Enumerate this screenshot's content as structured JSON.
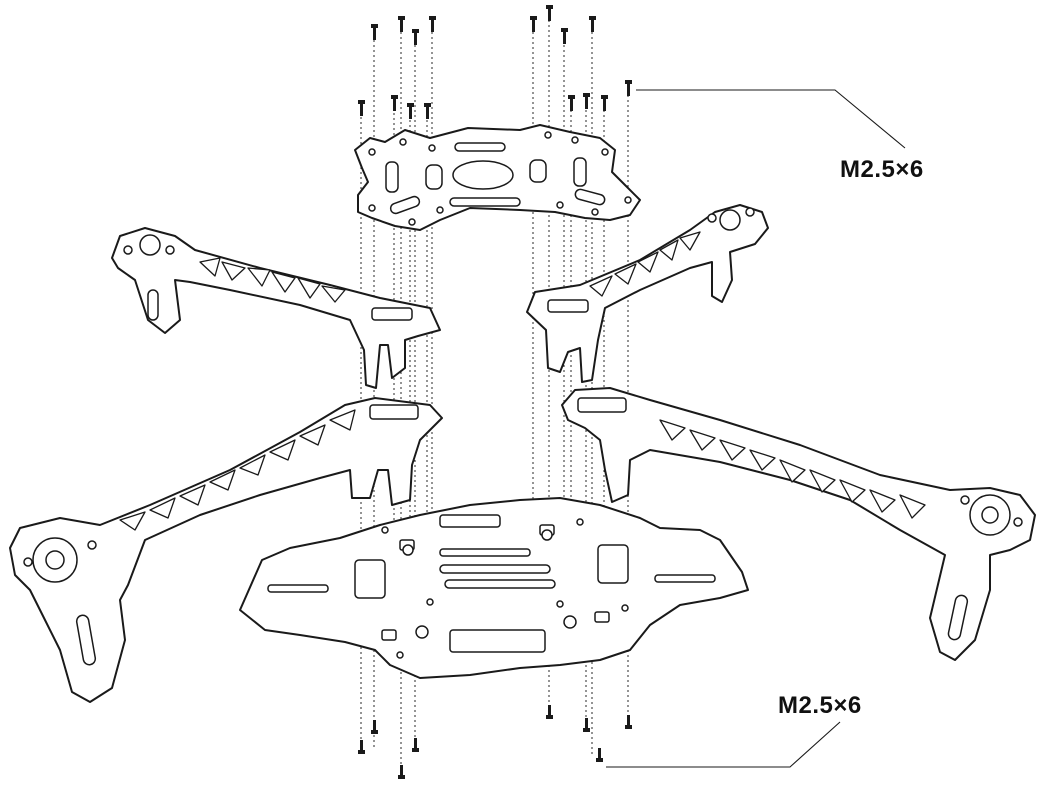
{
  "diagram": {
    "top_label": "M2.5×6",
    "bottom_label": "M2.5×6",
    "colors": {
      "line": "#1a1a1a",
      "fill": "#ffffff"
    },
    "parts": [
      "top-plate",
      "bottom-plate",
      "arm-front-left",
      "arm-front-right",
      "arm-rear-left",
      "arm-rear-right",
      "screws"
    ]
  }
}
